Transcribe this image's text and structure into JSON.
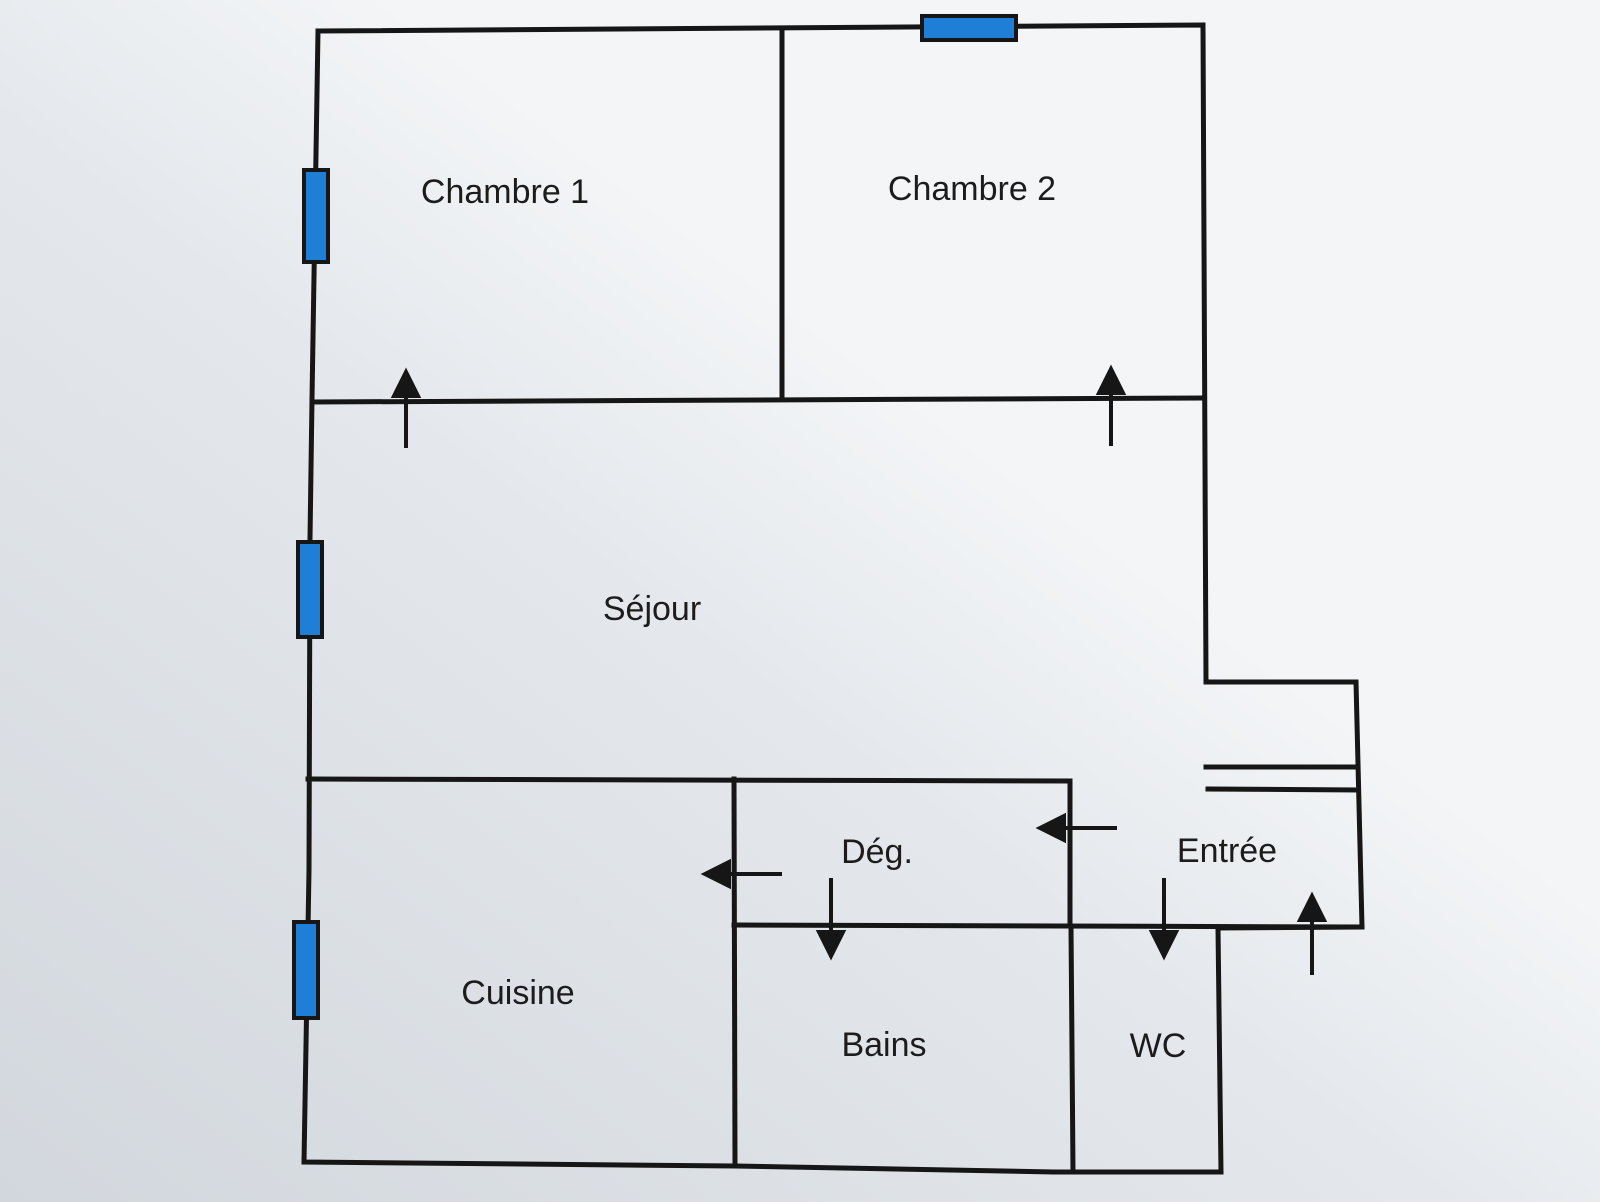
{
  "floorplan": {
    "rooms": [
      {
        "id": "chambre-1",
        "label": "Chambre 1"
      },
      {
        "id": "chambre-2",
        "label": "Chambre 2"
      },
      {
        "id": "sejour",
        "label": "Séjour"
      },
      {
        "id": "cuisine",
        "label": "Cuisine"
      },
      {
        "id": "deg",
        "label": "Dég."
      },
      {
        "id": "entree",
        "label": "Entrée"
      },
      {
        "id": "bains",
        "label": "Bains"
      },
      {
        "id": "wc",
        "label": "WC"
      }
    ],
    "colors": {
      "wall": "#161616",
      "window": "#1f7fd6",
      "background_light": "#f3f5f7",
      "background_shade": "#d2d7dd"
    }
  }
}
